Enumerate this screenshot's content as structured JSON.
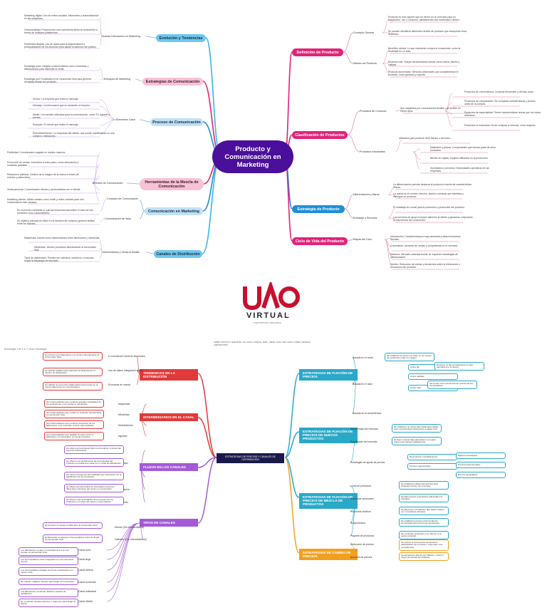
{
  "top": {
    "center": "Producto y Comunicación en Marketing",
    "left_branches": [
      {
        "title": "Evolución y Tendencias",
        "color": "#38b6e8",
        "sub": "Nuevas Direcciones en Marketing",
        "leaves": [
          "Marketing digital: Uso de redes sociales, influencers y automatización en las campañas.",
          "Omnicanalidad: Proporcionar una experiencia fluida al consumidor a través de múltiples plataformas.",
          "Publicidad dirigida: Uso de datos para la segmentación y personalización de los anuncios para captar la atención del público."
        ]
      },
      {
        "title": "Estrategias de Comunicación",
        "color": "#e0247a",
        "sub": "Enfoques de Marketing",
        "leaves": [
          "Estrategia push: Dirigida a intermediarios como minoristas y distribuidores para estimular la venta.",
          "Estrategia pull: Focalizada en el consumidor final para generar demanda directa del producto."
        ]
      },
      {
        "title": "Proceso de Comunicación",
        "color": "#1f8fd6",
        "sub": "Elementos Clave",
        "leaves": [
          "Emisor: La empresa que envía el mensaje.",
          "Mensaje: La información que se transmite al receptor.",
          "Medio: Los canales utilizados para la comunicación, como TV, internet y prensa.",
          "Receptor: El cliente que recibe el mensaje.",
          "Retroalimentación: La respuesta del cliente, que puede manifestarse en una compra o interacción."
        ]
      },
      {
        "title": "Herramientas de la Mezcla de Comunicación",
        "color": "#e0247a",
        "sub": "Métodos de Comunicación",
        "leaves": [
          "Publicidad: Comunicación pagada en medios masivos.",
          "Promoción de ventas: Incentivos a corto plazo, como descuentos y muestras gratuitas.",
          "Relaciones públicas: Gestión de la imagen de la marca a través de eventos y patrocinios.",
          "Venta personal: Comunicación directa y personalizada con el cliente.",
          "Marketing directo: Utiliza canales como email y redes sociales para una comunicación más cercana."
        ]
      },
      {
        "title": "Comunicación en Marketing",
        "color": "#1f8fd6",
        "sub1": "Concepto de Comunicación",
        "sub2": "Comunicación de Valor",
        "leaves": [
          "Es el proceso mediante el cual las empresas transmiten el valor de sus productos a los consumidores.",
          "Su objetivo principal es influir en la decisión de compra y generar lealtad entre los clientes."
        ]
      },
      {
        "title": "Canales de Distribución",
        "color": "#38b6e8",
        "sub": "Intermediarios y Venta Al Detalle",
        "leaves": [
          "Mayoristas: Actúan como intermediarios entre fabricantes y minoristas.",
          "Minoristas: Venden productos directamente al consumidor final.",
          "Tipos de distribución: Pueden ser intensiva, selectiva o exclusiva, según la estrategia de mercado."
        ]
      }
    ],
    "right_branches": [
      {
        "title": "Definición de Producto",
        "color": "#e0247a",
        "sub1": "Concepto General",
        "sub2": "Niveles del Producto",
        "leaves": [
          "Producto es todo aquello que se ofrece en un mercado para su adquisición, uso o consumo, satisfaciendo una necesidad o deseo.",
          "Se pueden identificar diferentes niveles de producto que enriquecen esta definición.",
          "Beneficio central: Lo que realmente compra el consumidor, como la movilidad en un auto.",
          "Producto real: Incluye características físicas como marca, diseño y calidad.",
          "Producto aumentado: Servicios adicionales que complementan el producto, como garantía y soporte."
        ]
      },
      {
        "title": "Clasificación de Productos",
        "color": "#e0247a",
        "sub1": "Productos de Consumo",
        "sub2": "Productos Industriales",
        "leaves": [
          "Son adquiridos por consumidores finales y se dividen en varios tipos:",
          "Productos de conveniencia: Compras frecuentes y de bajo costo.",
          "Productos de comparación: Se comparan características y precios antes de la compra.",
          "Productos de especialidad: Tienen características únicas que los hacen deseados.",
          "Productos no buscados: No se compran a menudo, como seguros.",
          "Utilizados para producir otros bienes o servicios.",
          "Materiales y piezas: Componentes que forman parte de otros productos.",
          "Bienes de capital: Equipos utilizados en la producción.",
          "Suministros y servicios: Necesidades operativas de las empresas."
        ]
      },
      {
        "title": "Estrategia de Producto",
        "color": "#1f8fd6",
        "sub1": "Diferenciación y Marca",
        "sub2": "Embalaje y Servicios",
        "leaves": [
          "La diferenciación permite destacar el producto a través de características únicas.",
          "La marca es el nombre, término, diseño o símbolo que identifica y distingue un producto.",
          "El embalaje es crucial para la protección y promoción del producto.",
          "Los servicios de apoyo incluyen atención al cliente y garantías, mejorando la experiencia del consumidor."
        ]
      },
      {
        "title": "Ciclo de Vida del Producto",
        "color": "#e0247a",
        "sub": "Etapas del Ciclo",
        "leaves": [
          "Introducción: Caracterizada por baja demanda y altas inversiones iniciales.",
          "Crecimiento: Aumento de ventas y competencia en el mercado.",
          "Madurez: Mercado saturado donde se requieren estrategias de diferenciación.",
          "Declive: Reducción de ventas y decisiones sobre la eliminación o renovación del producto."
        ]
      }
    ]
  },
  "logo": {
    "text": "VIRTUAL",
    "tagline": "experiencia educativa"
  },
  "bottom": {
    "header_small": "Estrategias I de 1 a 7 | Guía: Estrategia",
    "note": "ADMIN: POLÍTICA: MAESTRÍA: TAL JUNA | CÓDIGO: JEFE: | SEDE: JUNA: SEG JUNA: 1 PERA: SEMANA: LABORATORIO",
    "center": "ESTRATEGIAS DE PRECIOS Y CANALES DE DISTRIBUCIÓN",
    "left": [
      {
        "title": "TENDENCIAS EN LA DISTRIBUCIÓN",
        "color": "#e03a3a",
        "labels": [
          "E-commerce/Comercio electrónico",
          "Uso de datos/ Integración digital",
          "Economía de manos"
        ],
        "boxes": [
          "Se enfoca a los fabricantes y la venta a directamente al consumidor final.",
          "Se utilizan análisis para optimizar la eficiencia en el camino de distribución.",
          "Se utilizan la economía colaborativa para pensar en la nueva cadena de los consumidores."
        ]
      },
      {
        "title": "INTERMEDIARIOS EN EL CANAL",
        "color": "#e03a3a",
        "labels": [
          "Mayoristas",
          "Minoristas",
          "Distribuidores",
          "Agentes"
        ],
        "boxes": [
          "Son intermediarios que compran grandes cantidades de los productores y los venden a minoristas.",
          "Son intermediarios que venden el producto directamente al consumidor final.",
          "Son intermediarios que compran productos de los fabricantes y los revenden a otros intermediarios.",
          "Son intermediarios que facilitan la venta entre el fabricante y el comprador sin tomar posesión."
        ]
      },
      {
        "title": "FLUJOS EN LOS CANALES",
        "color": "#a45ad6",
        "labels": [
          "Físico",
          "Propiedad",
          "Pago",
          "Información",
          "Promoción"
        ],
        "boxes": [
          "Se refiere al movimiento físico del producto, a través del canal de distribución.",
          "Se refiere a la transferencia de la propiedad del producto a medida que pasa por el canal de distribución.",
          "Se refiere al pago de las entidades que intervienen en la distribución de los productos.",
          "Se refiere al intercambio de información entre los diferentes miembros del canal y el consumidor.",
          "Se refiere a las actividades de promoción de los productos a lo largo del canal y consumidores."
        ]
      },
      {
        "title": "TIPOS DE CANALES",
        "color": "#a45ad6",
        "labels": [
          "Directo (Sin intermediarios)",
          "Indirecto (Con intermediarios)",
          "Canal corto",
          "Canal largo",
          "Canal vertical",
          "Canal horizontal",
          "Canal multicanal",
          "Canal híbrido"
        ],
        "boxes": [
          "El producto va desde el fabricante al consumidor final.",
          "El fabricante se apoya en intermediarios antes de llegar al consumidor final.",
          "Los fabricantes venden a minoristas que a su vez venden al consumidor final.",
          "Los intermediarios están integrados en una estructura común.",
          "Los intermediarios trabajan de forma coordinada a un mismo nivel.",
          "Se utilizan múltiples canales para llegar al consumidor.",
          "Los fabricantes combinan distintos canales de distribución.",
          "Se combinan canales directos e indirectos para llegar al cliente."
        ]
      }
    ],
    "right": [
      {
        "title": "ESTRATEGIAS DE FIJACIÓN DE PRECIOS",
        "color": "#2aa8c8",
        "labels": [
          "Basada en el costo",
          "Basada en el valor",
          "Basada en la competencia"
        ],
        "boxes": [
          "Se establece el precio con base en los costos de producción más un margen.",
          "Costo fijo",
          "Costo variable",
          "Costo total",
          "El precio se fija considerando el valor percibido por el cliente.",
          "Se toman como referencia los precios de los competidores."
        ]
      },
      {
        "title": "ESTRATEGIAS DE FIJACIÓN DE PRECIOS DE NUEVOS PRODUCTOS",
        "color": "#2aa8c8",
        "labels": [
          "Descremado del mercado",
          "Penetración del mercado",
          "Estrategias de ajuste de precios"
        ],
        "boxes": [
          "Se establece un precio alto inicial para captar a los consumidores dispuestos a pagar más.",
          "Se fija un precio bajo para atraer a un gran número de clientes rápidamente.",
          "Descuentos y bonificaciones",
          "Precios segmentados",
          "Fijación psicológica",
          "Precios promocionales",
          "Precios geográficos"
        ]
      },
      {
        "title": "ESTRATEGIAS DE FIJACIÓN DE PRECIOS DE MEZCLA DE PRODUCTOS",
        "color": "#2aa8c8",
        "labels": [
          "Línea de productos",
          "Productos opcionales",
          "Productos cautivos",
          "Subproductos",
          "Paquete de productos"
        ],
        "boxes": [
          "Se establecen diferentes precios para productos dentro de una línea.",
          "Se fijan precios a productos adicionales al principal.",
          "Se fija precio a productos que deben usarse con el producto principal.",
          "Se establecen precios para productos secundarios del proceso de producción.",
          "Se combinan productos y se ofrecen a un precio reducido."
        ]
      },
      {
        "title": "ESTRATEGIAS DE CAMBIO DE PRECIOS",
        "color": "#f0a020",
        "labels": [
          "Reducción de precios",
          "Aumento de precios"
        ],
        "boxes": [
          "Se reduce el precio para aumentar la participación de mercado o responder a la competencia.",
          "Se aumenta el precio por inflación, costos o mayor demanda del producto."
        ]
      }
    ]
  }
}
